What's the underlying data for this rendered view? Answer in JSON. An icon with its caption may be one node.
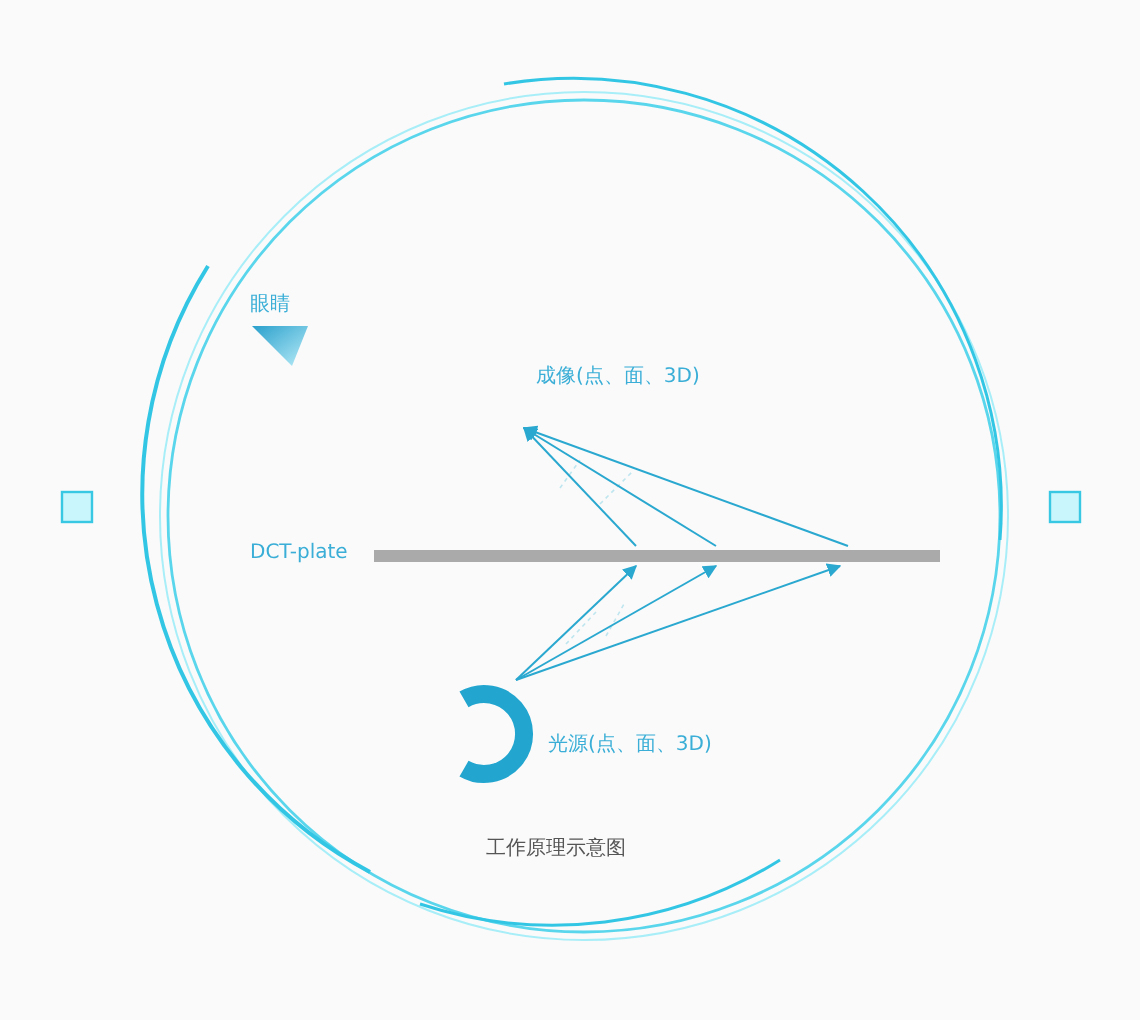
{
  "diagram": {
    "caption": "工作原理示意图",
    "nodes": [
      {
        "text": [
          "眼睛"
        ]
      },
      {
        "text": [
          "成像(点、面、3D)"
        ]
      },
      {
        "text": [
          "DCT-plate"
        ]
      },
      {
        "text": [],
        "shape": "arc",
        "beside": [
          "光源(点、面、3D)"
        ]
      }
    ],
    "edges": [
      {
        "from": 3,
        "to": 2,
        "arrow": "to"
      },
      {
        "from": 3,
        "to": 2,
        "arrow": "to"
      },
      {
        "from": 3,
        "to": 2,
        "arrow": "to"
      },
      {
        "from": 2,
        "to": 1,
        "arrow": "to"
      },
      {
        "from": 2,
        "to": 1,
        "arrow": "to"
      },
      {
        "from": 2,
        "to": 1,
        "arrow": "to"
      }
    ]
  }
}
